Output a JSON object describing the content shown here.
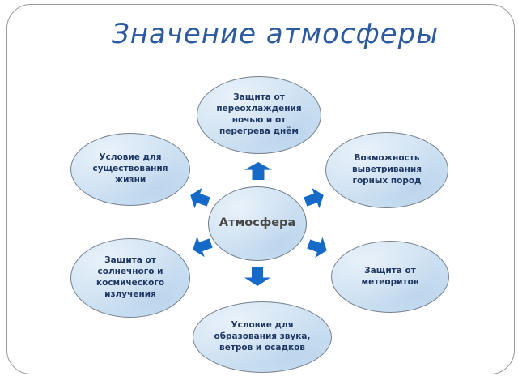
{
  "title": "Значение атмосферы",
  "diagram": {
    "center_label": "Атмосфера",
    "nodes": {
      "top": {
        "label": "Защита от\nпереохлаждения\nночью и от\nперегрева днём"
      },
      "top_left": {
        "label": "Условие для\nсуществования\nжизни"
      },
      "top_right": {
        "label": "Возможность\nвыветривания\nгорных пород"
      },
      "bottom_left": {
        "label": "Защита от\nсолнечного и\nкосмического\nизлучения"
      },
      "bottom_right": {
        "label": "Защита от\nметеоритов"
      },
      "bottom": {
        "label": "Условие для\nобразования звука,\nветров и осадков"
      }
    },
    "arrows": [
      {
        "direction": "up"
      },
      {
        "direction": "up-left"
      },
      {
        "direction": "up-right"
      },
      {
        "direction": "down-left"
      },
      {
        "direction": "down-right"
      },
      {
        "direction": "down"
      }
    ],
    "colors": {
      "arrow": "#1569c7",
      "node_fill": "#cfe2f3",
      "node_border": "#76808c",
      "node_text": "#1f3864",
      "center_text": "#484848",
      "title_text": "#2b5aa0",
      "slide_border": "#9a9a9a"
    }
  }
}
